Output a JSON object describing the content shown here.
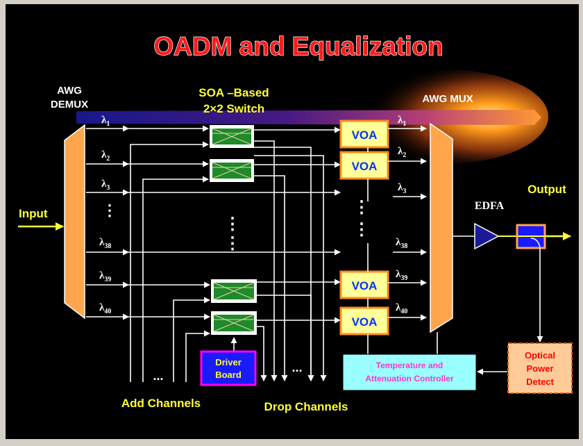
{
  "title": "OADM and Equalization",
  "demux_label": [
    "AWG",
    "DEMUX"
  ],
  "switch_label": [
    "SOA –Based",
    "2×2 Switch"
  ],
  "mux_label": "AWG MUX",
  "input_label": "Input",
  "output_label": "Output",
  "edfa_label": "EDFA",
  "voa_label": "VOA",
  "driver_label": [
    "Driver",
    "Board"
  ],
  "controller_label": [
    "Temperature and",
    "Attenuation Controller"
  ],
  "detector_label": [
    "Optical",
    "Power",
    "Detect"
  ],
  "add_label": "Add Channels",
  "drop_label": "Drop Channels",
  "ellipsis": "...",
  "channels_left": [
    {
      "base": "λ",
      "sub": "1"
    },
    {
      "base": "λ",
      "sub": "2"
    },
    {
      "base": "λ",
      "sub": "3"
    },
    {
      "base": "λ",
      "sub": "38"
    },
    {
      "base": "λ",
      "sub": "39"
    },
    {
      "base": "λ",
      "sub": "40"
    }
  ],
  "channels_right": [
    {
      "base": "λ",
      "sub": "1"
    },
    {
      "base": "λ",
      "sub": "2"
    },
    {
      "base": "λ",
      "sub": "3"
    },
    {
      "base": "λ",
      "sub": "38"
    },
    {
      "base": "λ",
      "sub": "39"
    },
    {
      "base": "λ",
      "sub": "40"
    }
  ],
  "colors": {
    "background": "#000000",
    "title": "#ff1a1a",
    "label_yellow": "#ffff33",
    "awg": "#ffa64d",
    "switch_fill": "#1e8a2a",
    "voa_fill": "#ffff99",
    "driver_fill": "#1a1aff",
    "driver_border": "#ff00ff",
    "controller_fill": "#99ffff",
    "detector_fill": "#ffcc99",
    "edfa": "#1a1a99"
  }
}
